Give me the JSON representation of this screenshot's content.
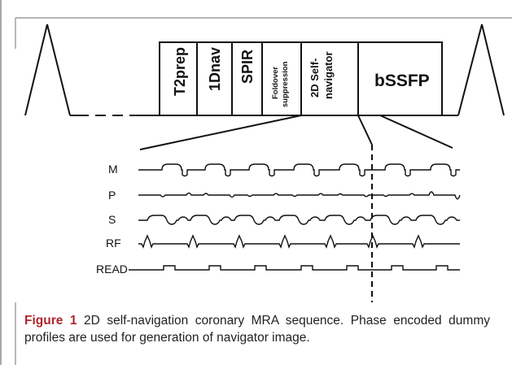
{
  "diagram": {
    "blocks": [
      "T2prep",
      "1Dnav",
      "SPIR",
      "Foldover suppression",
      "2D Self-navigator",
      "bSSFP"
    ],
    "channels": [
      "M",
      "P",
      "S",
      "RF",
      "READ"
    ]
  },
  "caption": {
    "label": "Figure 1",
    "text": "2D self-navigation coronary MRA sequence. Phase encoded dummy profiles are used for generation of navigator image."
  },
  "colors": {
    "caption_label": "#b0252c",
    "frame": "#8a8a8a",
    "ink": "#111111"
  }
}
